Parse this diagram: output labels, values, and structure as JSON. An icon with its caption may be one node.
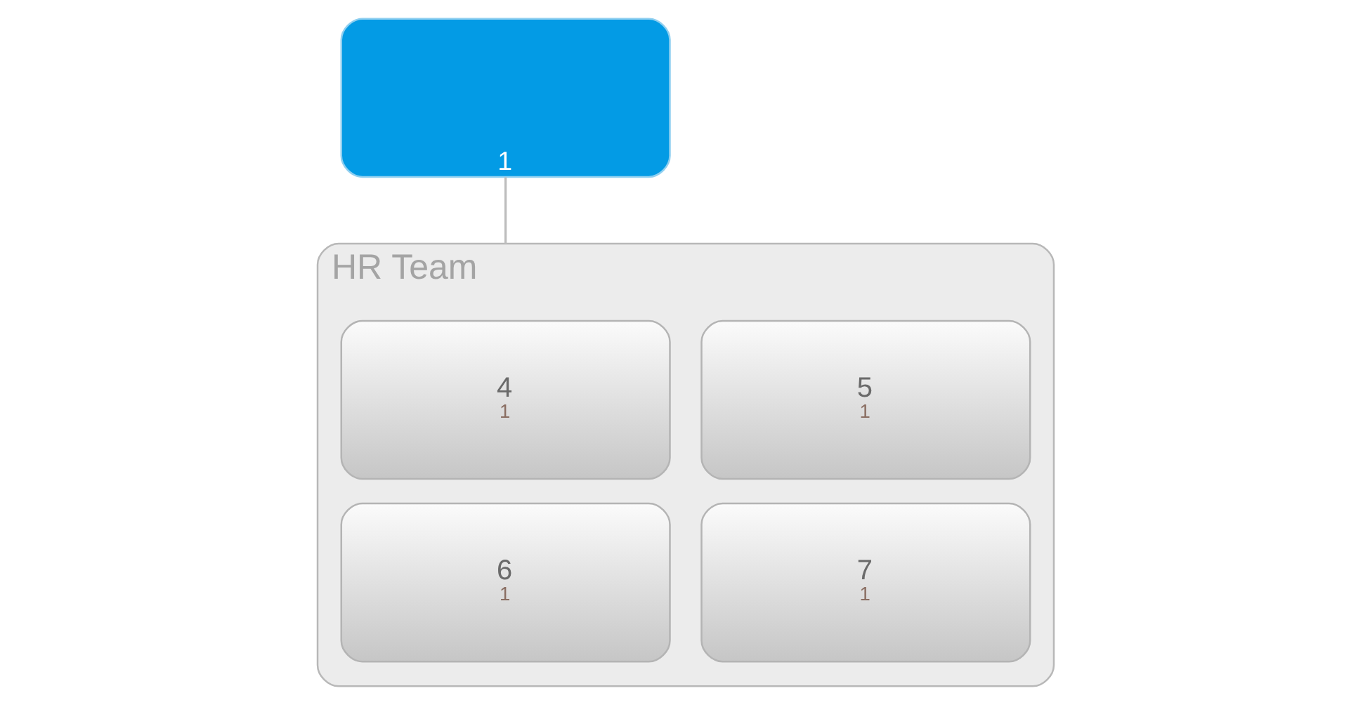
{
  "diagram": {
    "nodes": [
      {
        "text": [
          "1"
        ]
      },
      {
        "text": [
          "HR Team"
        ]
      },
      {
        "text": [
          "4",
          "1"
        ],
        "in": 1
      },
      {
        "text": [
          "5",
          "1"
        ],
        "in": 1
      },
      {
        "text": [
          "6",
          "1"
        ],
        "in": 1
      },
      {
        "text": [
          "7",
          "1"
        ],
        "in": 1
      }
    ],
    "edges": [
      {
        "from": 0,
        "to": 1,
        "arrow": "none"
      }
    ]
  }
}
